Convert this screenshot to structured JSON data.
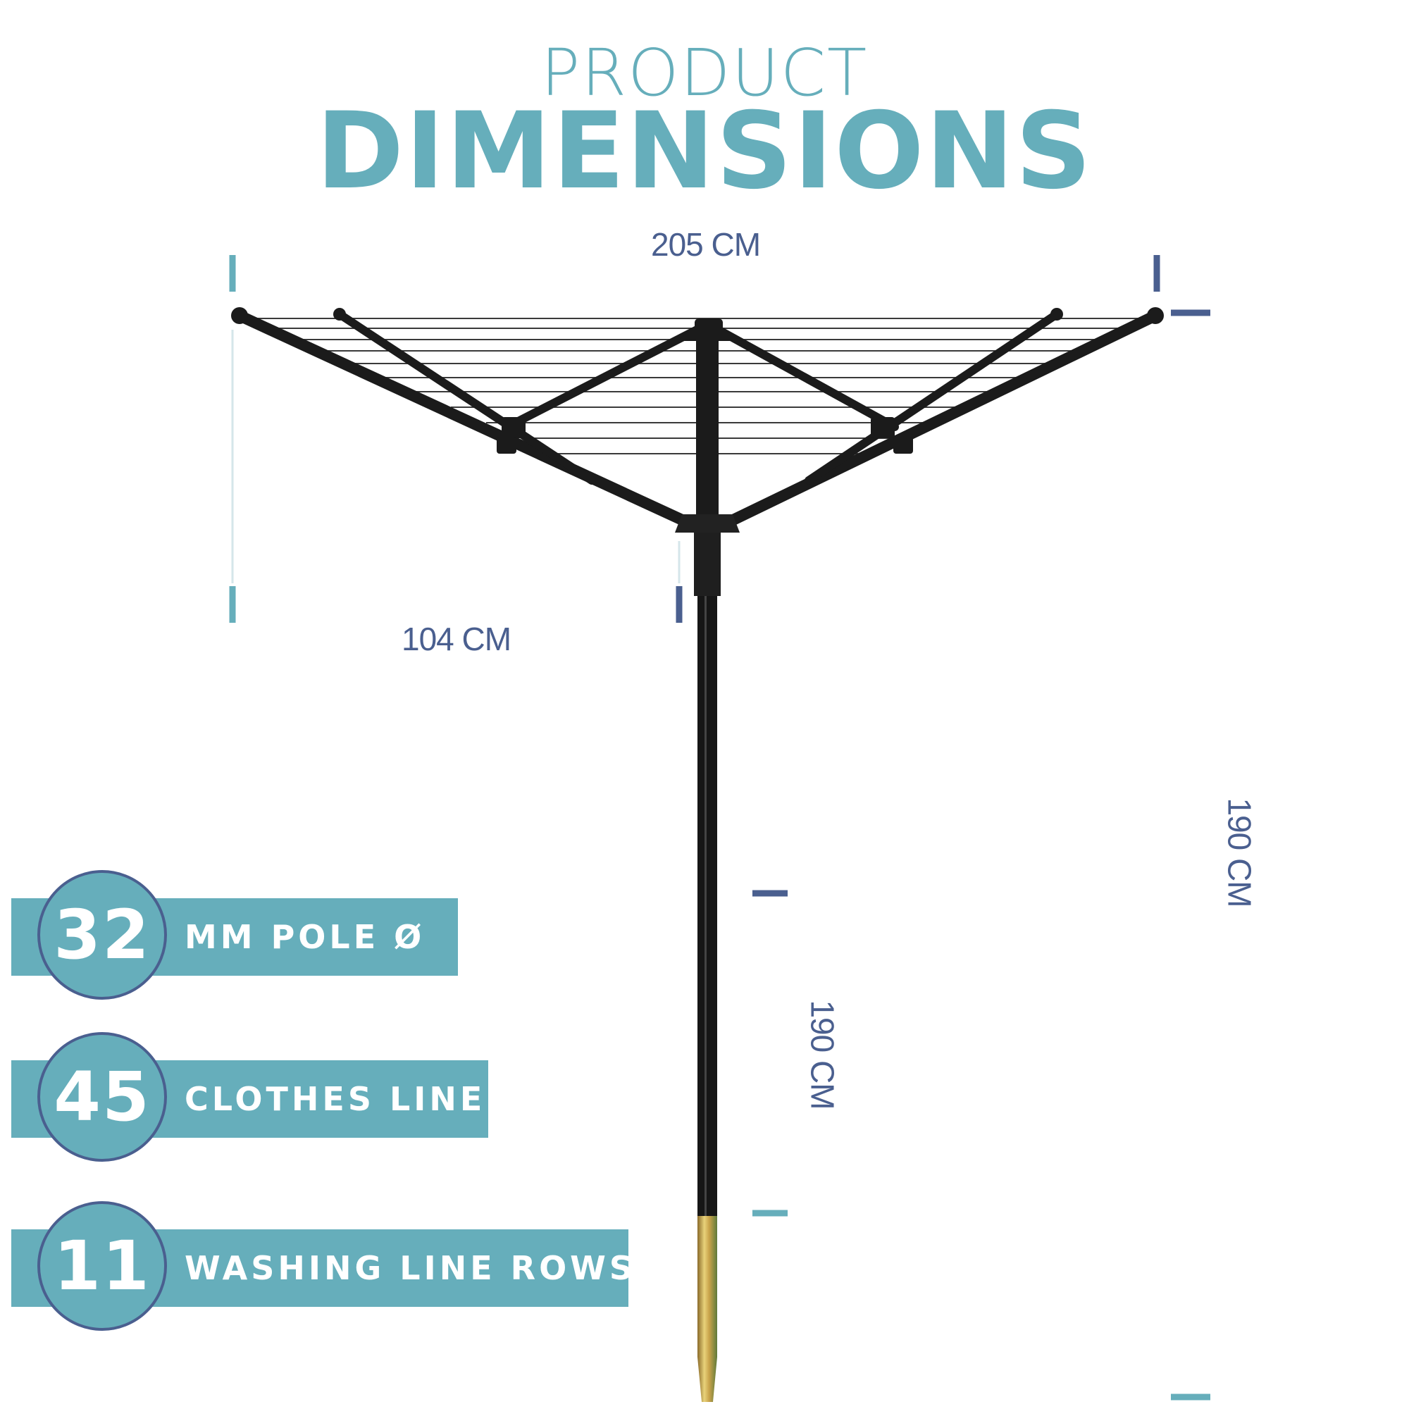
{
  "header": {
    "line1": "PRODUCT",
    "line2": "DIMENSIONS"
  },
  "dimensions": {
    "total_width": "205 CM",
    "arm_length": "104 CM",
    "total_height": "190 CM",
    "ground_spike": "190 CM"
  },
  "features": [
    {
      "number": "32",
      "label": "MM POLE Ø"
    },
    {
      "number": "45",
      "label": "CLOTHES LINE"
    },
    {
      "number": "11",
      "label": "WASHING LINE ROWS"
    }
  ],
  "colors": {
    "teal": "#66aebb",
    "navy": "#4a5f8f",
    "dryer": "#1b1b1b"
  }
}
